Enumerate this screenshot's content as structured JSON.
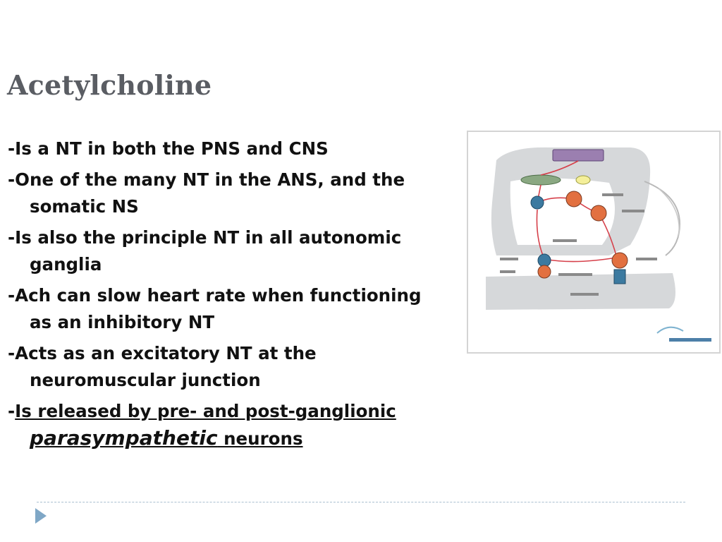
{
  "slide": {
    "title": "Acetylcholine",
    "bullets": [
      "-Is a NT in both the PNS and CNS",
      "-One of the many NT in the ANS, and the somatic NS",
      "-Is also the principle NT in all autonomic ganglia",
      "-Ach can slow heart rate when functioning as an inhibitory NT",
      "-Acts as an excitatory NT at the neuromuscular junction"
    ],
    "last_bullet": {
      "dash": "-",
      "part1": "Is released by pre- and post-ganglionic ",
      "part2": "parasympathetic",
      "part3": " neurons"
    }
  },
  "figure": {
    "icon": "neural-pathway-diagram-icon"
  },
  "colors": {
    "title": "#5a5d63",
    "accent": "#7fa7c6",
    "divider": "#a9bfd0"
  }
}
